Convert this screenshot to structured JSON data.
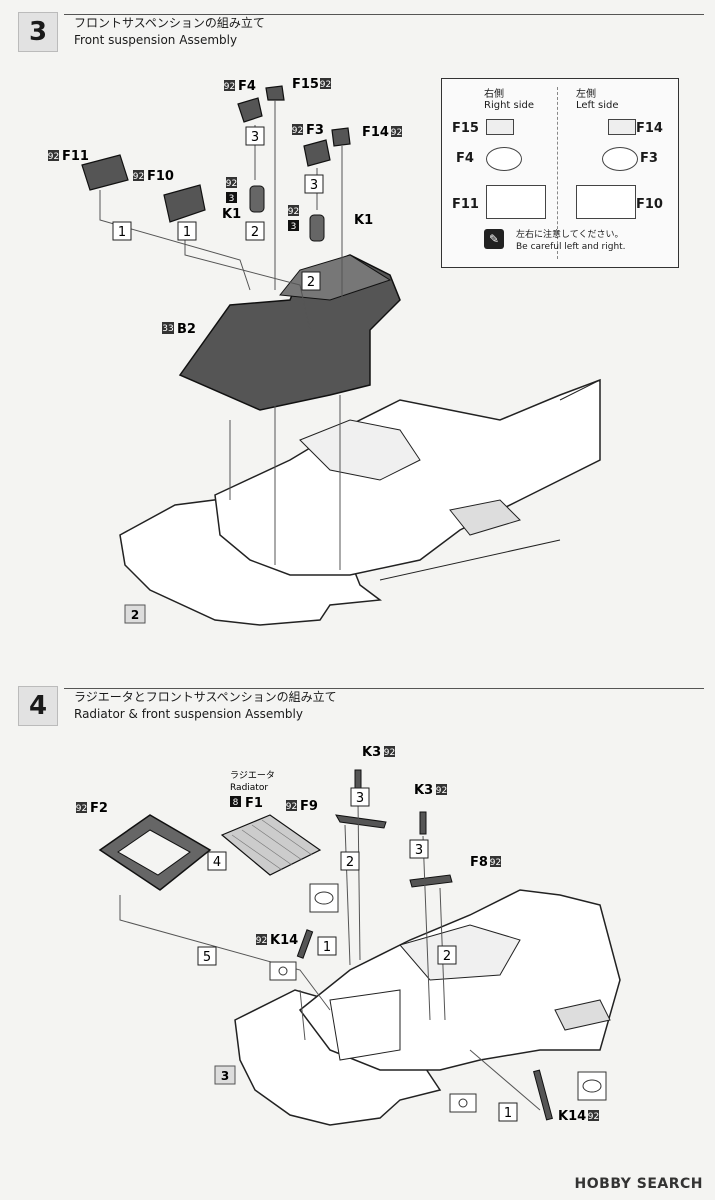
{
  "step3": {
    "number": "3",
    "title_jp": "フロントサスペンションの組み立て",
    "title_en": "Front suspension Assembly",
    "parts": {
      "F4": "F4",
      "F15": "F15",
      "F3": "F3",
      "F14": "F14",
      "F11": "F11",
      "F10": "F10",
      "K1a": "K1",
      "K1b": "K1",
      "B2": "B2"
    },
    "badges": {
      "b92": "92",
      "b3": "3",
      "b33": "33",
      "sub2": "2"
    },
    "callouts": {
      "c1": "1",
      "c2": "2",
      "c3": "3"
    },
    "inset": {
      "right_jp": "右側",
      "right_en": "Right side",
      "left_jp": "左側",
      "left_en": "Left side",
      "labels": [
        "F15",
        "F4",
        "F11",
        "F14",
        "F3",
        "F10"
      ],
      "note_jp": "左右に注意してください。",
      "note_en": "Be careful left and right."
    }
  },
  "step4": {
    "number": "4",
    "title_jp": "ラジエータとフロントサスペンションの組み立て",
    "title_en": "Radiator & front suspension Assembly",
    "radiator_jp": "ラジエータ",
    "radiator_en": "Radiator",
    "parts": {
      "F2": "F2",
      "F1": "F1",
      "F9": "F9",
      "K3a": "K3",
      "K3b": "K3",
      "F8": "F8",
      "K14a": "K14",
      "K14b": "K14"
    },
    "badges": {
      "b92": "92",
      "b8": "8",
      "sub3": "3"
    },
    "callouts": {
      "c1": "1",
      "c2": "2",
      "c3": "3",
      "c4": "4",
      "c5": "5"
    }
  },
  "watermark": "HOBBY SEARCH"
}
